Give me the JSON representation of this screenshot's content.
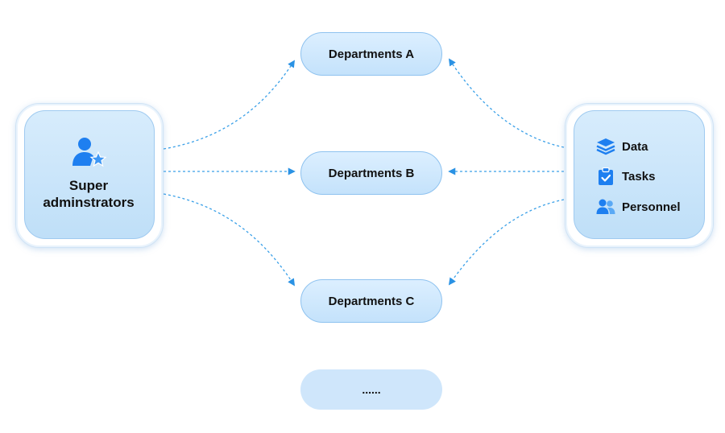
{
  "admin": {
    "icon": "user-star-icon",
    "label_line1": "Super",
    "label_line2": "adminstrators"
  },
  "departments": {
    "a": "Departments A",
    "b": "Departments B",
    "c": "Departments C",
    "more": "......"
  },
  "resources": {
    "data": {
      "icon": "layers-icon",
      "label": "Data"
    },
    "tasks": {
      "icon": "clipboard-check-icon",
      "label": "Tasks"
    },
    "personnel": {
      "icon": "users-icon",
      "label": "Personnel"
    }
  },
  "colors": {
    "accent": "#1e7ff0",
    "link": "#3aa0e8",
    "node_fill": "#cfe6fb",
    "node_border": "#8ec2ef"
  }
}
